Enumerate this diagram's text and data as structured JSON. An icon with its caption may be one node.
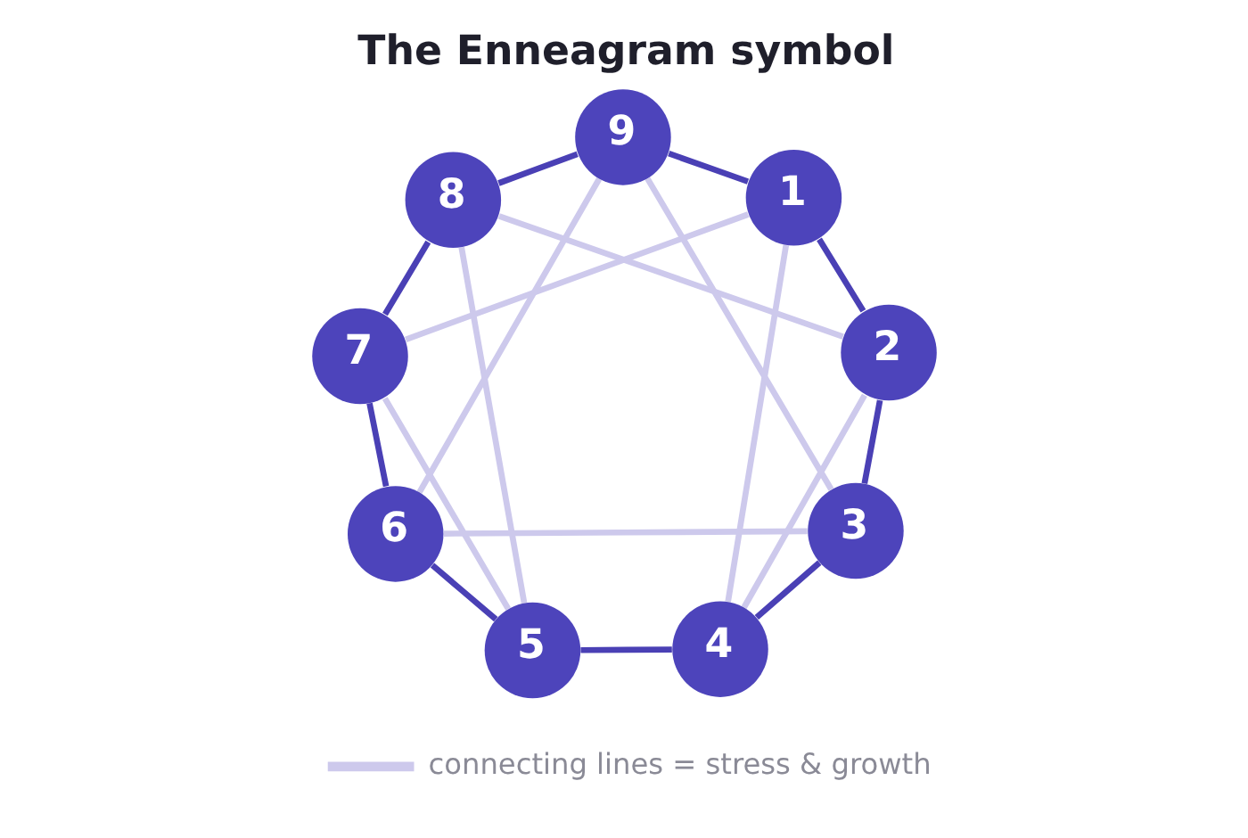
{
  "diagram": {
    "title": "The Enneagram symbol",
    "nodes": [
      {
        "text": [
          "9"
        ]
      },
      {
        "text": [
          "1"
        ]
      },
      {
        "text": [
          "2"
        ]
      },
      {
        "text": [
          "3"
        ]
      },
      {
        "text": [
          "4"
        ]
      },
      {
        "text": [
          "5"
        ]
      },
      {
        "text": [
          "6"
        ]
      },
      {
        "text": [
          "7"
        ]
      },
      {
        "text": [
          "8"
        ]
      }
    ],
    "edges": [
      {
        "from": 0,
        "to": 1,
        "arrow": "none"
      },
      {
        "from": 1,
        "to": 2,
        "arrow": "none"
      },
      {
        "from": 2,
        "to": 3,
        "arrow": "none"
      },
      {
        "from": 3,
        "to": 4,
        "arrow": "none"
      },
      {
        "from": 4,
        "to": 5,
        "arrow": "none"
      },
      {
        "from": 5,
        "to": 6,
        "arrow": "none"
      },
      {
        "from": 6,
        "to": 7,
        "arrow": "none"
      },
      {
        "from": 7,
        "to": 8,
        "arrow": "none"
      },
      {
        "from": 8,
        "to": 0,
        "arrow": "none"
      },
      {
        "from": 0,
        "to": 3,
        "arrow": "none",
        "color": "#cdc9ec"
      },
      {
        "from": 0,
        "to": 6,
        "arrow": "none",
        "color": "#cdc9ec"
      },
      {
        "from": 3,
        "to": 6,
        "arrow": "none",
        "color": "#cdc9ec"
      },
      {
        "from": 1,
        "to": 4,
        "arrow": "none",
        "color": "#cdc9ec"
      },
      {
        "from": 4,
        "to": 2,
        "arrow": "none",
        "color": "#cdc9ec"
      },
      {
        "from": 2,
        "to": 8,
        "arrow": "none",
        "color": "#cdc9ec"
      },
      {
        "from": 8,
        "to": 5,
        "arrow": "none",
        "color": "#cdc9ec"
      },
      {
        "from": 5,
        "to": 7,
        "arrow": "none",
        "color": "#cdc9ec"
      },
      {
        "from": 7,
        "to": 1,
        "arrow": "none",
        "color": "#cdc9ec"
      }
    ],
    "legend": [
      {
        "text": "connecting lines = stress & growth"
      }
    ]
  }
}
